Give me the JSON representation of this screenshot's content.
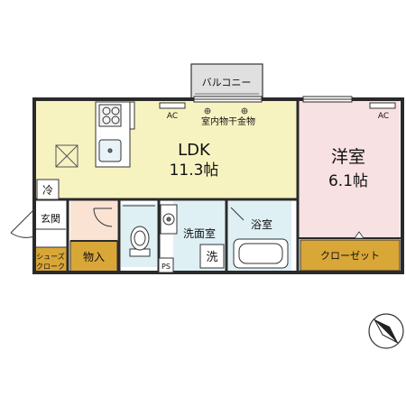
{
  "rooms": {
    "ldk": {
      "name": "LDK",
      "size": "11.3帖"
    },
    "western": {
      "name": "洋室",
      "size": "6.1帖"
    }
  },
  "labels": {
    "balcony": "バルコニー",
    "ac": "AC",
    "drying_hardware": "室内物干金物",
    "fridge": "冷",
    "entrance": "玄関",
    "shoe_cloak": [
      "シューズ",
      "クローク"
    ],
    "storage": "物入",
    "washroom": "洗面室",
    "washer": "洗",
    "bathroom": "浴室",
    "closet": "クローゼット",
    "ps": "PS"
  },
  "colors": {
    "ldk_floor": "#f7f3c1",
    "western_floor": "#f7e1e3",
    "wet_floor": "#dff0f5",
    "entrance_floor": "#fbe3d4",
    "storage_fill": "#d9a638",
    "wall": "#2a2a2a"
  }
}
